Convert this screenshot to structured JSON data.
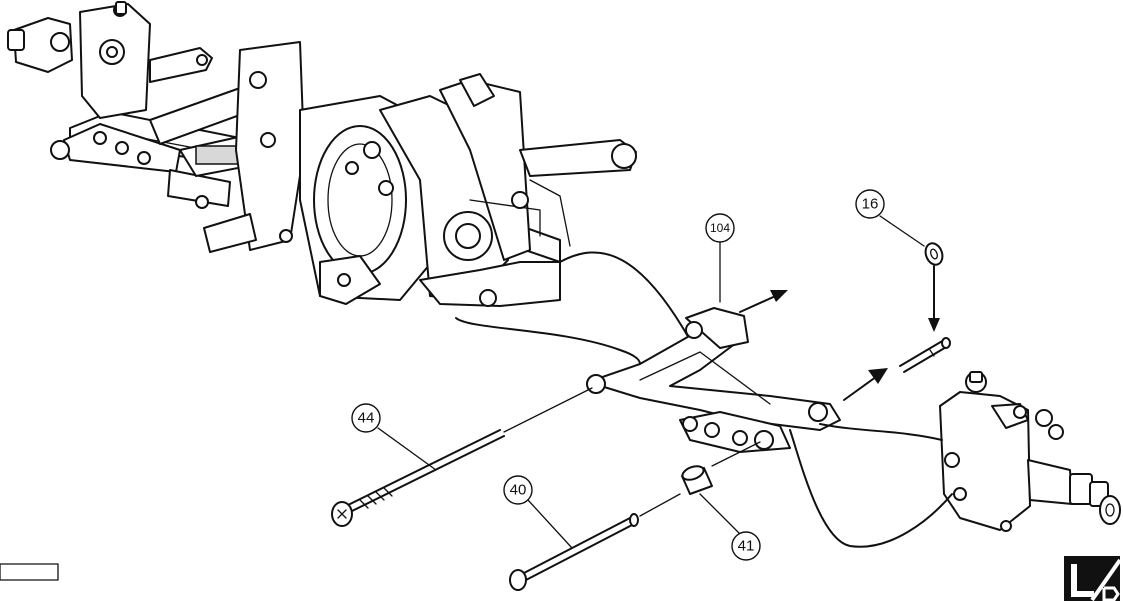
{
  "callouts": {
    "c104": "104",
    "c16": "16",
    "c44": "44",
    "c40": "40",
    "c41": "41"
  },
  "badge": {
    "icon": "L/R-side-icon"
  },
  "colors": {
    "ink": "#111111",
    "paper": "#ffffff",
    "shade": "#d8d8d8"
  }
}
